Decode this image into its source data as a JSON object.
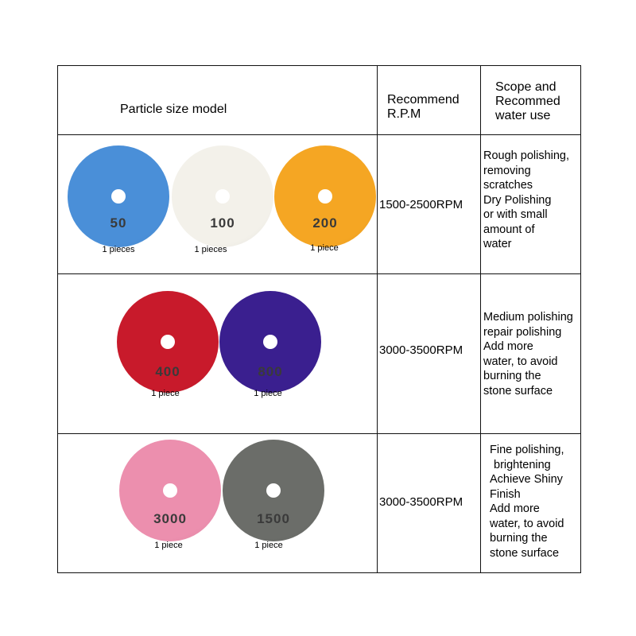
{
  "header": {
    "col1": "Particle size model",
    "col2_lines": [
      "Recommend",
      "R.P.M"
    ],
    "col3_lines": [
      "Scope and",
      "Recommed",
      "water use"
    ]
  },
  "rows": [
    {
      "rpm": "1500-2500RPM",
      "scope_lines": [
        "Rough polishing,",
        "removing",
        "scratches",
        "Dry Polishing",
        "or with small",
        "amount of",
        "water"
      ],
      "pads": [
        {
          "number": "50",
          "qty": "1 pieces",
          "color": "#4a8fd8"
        },
        {
          "number": "100",
          "qty": "1  pieces",
          "color": "#f3f1ea"
        },
        {
          "number": "200",
          "qty": "1 piece",
          "color": "#f5a623"
        }
      ]
    },
    {
      "rpm": "3000-3500RPM",
      "scope_lines": [
        "Medium polishing",
        "repair polishing",
        "Add more",
        "water, to avoid",
        "burning the",
        "stone surface"
      ],
      "pads": [
        {
          "number": "400",
          "qty": "1 piece",
          "color": "#c81a2b"
        },
        {
          "number": "800",
          "qty": "1 piece",
          "color": "#3a1f8f"
        }
      ]
    },
    {
      "rpm": "3000-3500RPM",
      "scope_lines": [
        "Fine polishing,",
        "brightening",
        "Achieve Shiny",
        "Finish",
        "Add more",
        "water, to avoid",
        "burning the",
        "stone surface"
      ],
      "pads": [
        {
          "number": "3000",
          "qty": "1 piece",
          "color": "#ec8fae"
        },
        {
          "number": "1500",
          "qty": "1 piece",
          "color": "#6b6d69"
        }
      ]
    }
  ]
}
